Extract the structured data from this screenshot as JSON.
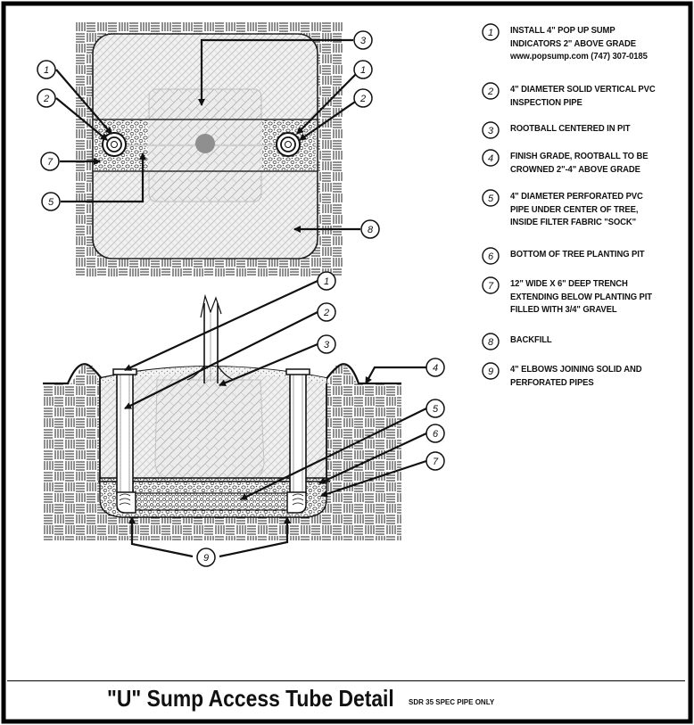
{
  "notes": [
    {
      "num": "1",
      "lines": [
        "INSTALL 4\" POP UP SUMP",
        "INDICATORS 2\" ABOVE GRADE",
        "www.popsump.com (747) 307-0185"
      ]
    },
    {
      "num": "2",
      "lines": [
        "4\" DIAMETER SOLID VERTICAL PVC",
        "INSPECTION PIPE"
      ]
    },
    {
      "num": "3",
      "lines": [
        "ROOTBALL CENTERED IN PIT"
      ]
    },
    {
      "num": "4",
      "lines": [
        "FINISH GRADE, ROOTBALL TO BE",
        "CROWNED 2\"-4\" ABOVE GRADE"
      ]
    },
    {
      "num": "5",
      "lines": [
        "4\" DIAMETER PERFORATED PVC",
        "PIPE UNDER CENTER OF TREE,",
        "INSIDE FILTER FABRIC \"SOCK\""
      ]
    },
    {
      "num": "6",
      "lines": [
        "BOTTOM OF TREE PLANTING PIT"
      ]
    },
    {
      "num": "7",
      "lines": [
        "12\" WIDE X 6\" DEEP TRENCH",
        "EXTENDING BELOW PLANTING PIT",
        "FILLED WITH 3/4\" GRAVEL"
      ]
    },
    {
      "num": "8",
      "lines": [
        "BACKFILL"
      ]
    },
    {
      "num": "9",
      "lines": [
        "4\" ELBOWS JOINING SOLID AND",
        "PERFORATED PIPES"
      ]
    }
  ],
  "plan_callouts": [
    "3",
    "1",
    "1",
    "2",
    "2",
    "7",
    "5",
    "8"
  ],
  "section_callouts": [
    "1",
    "2",
    "3",
    "4",
    "5",
    "6",
    "7",
    "9"
  ],
  "title": {
    "main": "\"U\" Sump Access Tube Detail",
    "sub": "SDR 35 SPEC PIPE ONLY"
  }
}
